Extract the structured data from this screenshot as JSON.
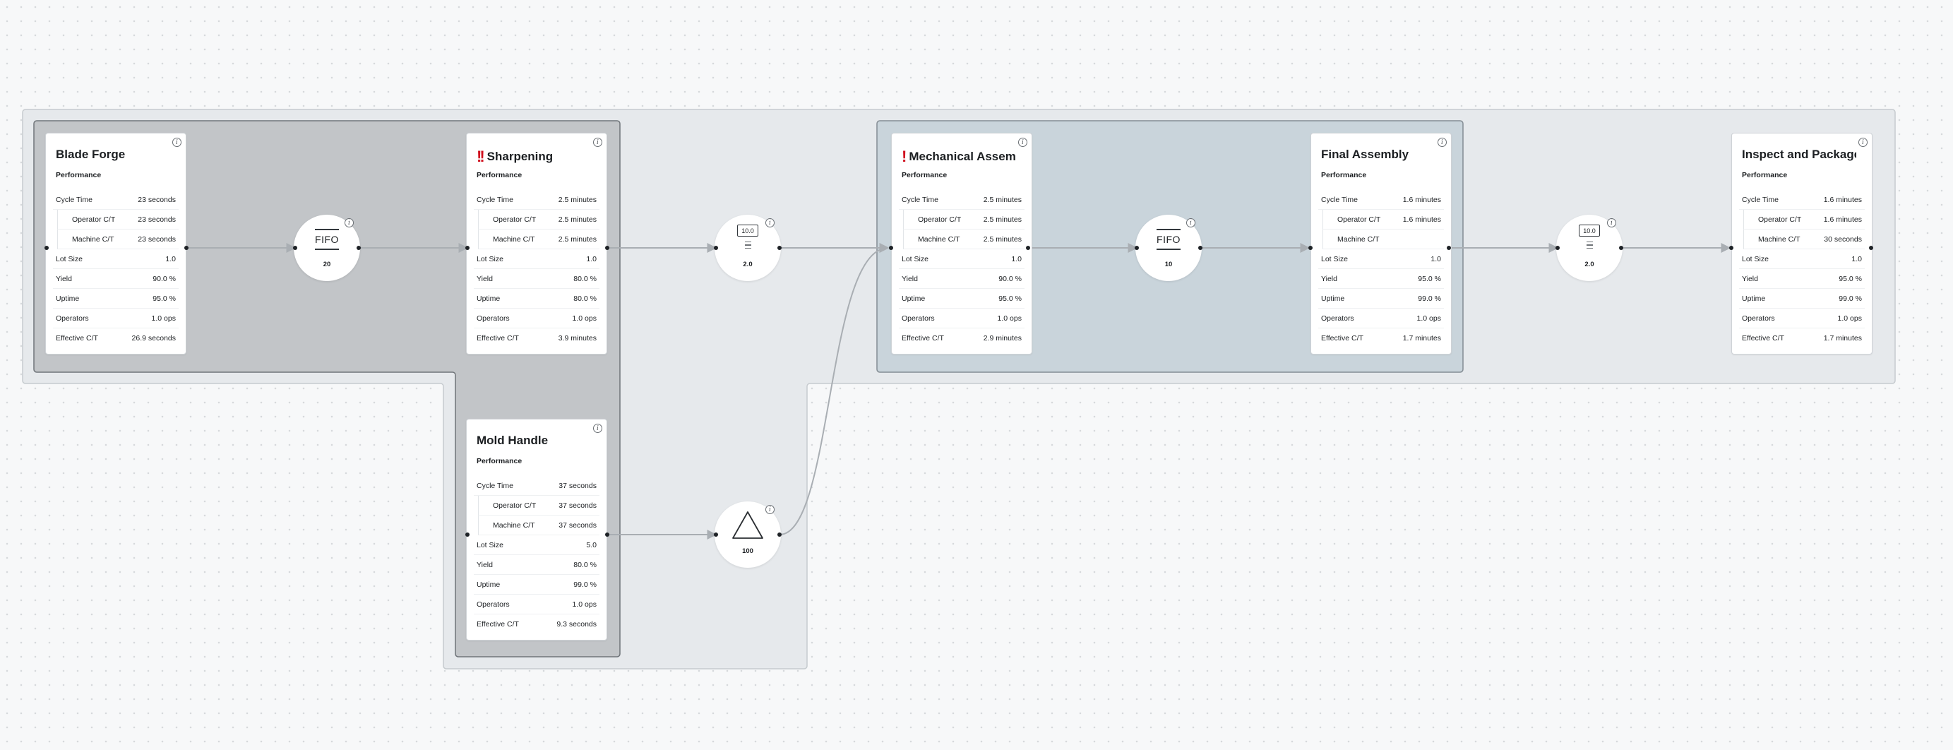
{
  "processes": [
    {
      "id": "blade-forge",
      "title": "Blade Forge",
      "warning": "",
      "section": "Performance",
      "rows": [
        {
          "label": "Cycle Time",
          "value": "23 seconds",
          "sub": false
        },
        {
          "label": "Operator C/T",
          "value": "23 seconds",
          "sub": true
        },
        {
          "label": "Machine C/T",
          "value": "23 seconds",
          "sub": true
        },
        {
          "label": "Lot Size",
          "value": "1.0",
          "sub": false
        },
        {
          "label": "Yield",
          "value": "90.0 %",
          "sub": false
        },
        {
          "label": "Uptime",
          "value": "95.0 %",
          "sub": false
        },
        {
          "label": "Operators",
          "value": "1.0 ops",
          "sub": false
        },
        {
          "label": "Effective C/T",
          "value": "26.9 seconds",
          "sub": false
        }
      ]
    },
    {
      "id": "sharpening",
      "title": "Sharpening",
      "warning": "!!",
      "section": "Performance",
      "rows": [
        {
          "label": "Cycle Time",
          "value": "2.5 minutes",
          "sub": false
        },
        {
          "label": "Operator C/T",
          "value": "2.5 minutes",
          "sub": true
        },
        {
          "label": "Machine C/T",
          "value": "2.5 minutes",
          "sub": true
        },
        {
          "label": "Lot Size",
          "value": "1.0",
          "sub": false
        },
        {
          "label": "Yield",
          "value": "80.0 %",
          "sub": false
        },
        {
          "label": "Uptime",
          "value": "80.0 %",
          "sub": false
        },
        {
          "label": "Operators",
          "value": "1.0 ops",
          "sub": false
        },
        {
          "label": "Effective C/T",
          "value": "3.9 minutes",
          "sub": false
        }
      ]
    },
    {
      "id": "mechanical-assembly",
      "title": "Mechanical Assembly",
      "warning": "!",
      "section": "Performance",
      "rows": [
        {
          "label": "Cycle Time",
          "value": "2.5 minutes",
          "sub": false
        },
        {
          "label": "Operator C/T",
          "value": "2.5 minutes",
          "sub": true
        },
        {
          "label": "Machine C/T",
          "value": "2.5 minutes",
          "sub": true
        },
        {
          "label": "Lot Size",
          "value": "1.0",
          "sub": false
        },
        {
          "label": "Yield",
          "value": "90.0 %",
          "sub": false
        },
        {
          "label": "Uptime",
          "value": "95.0 %",
          "sub": false
        },
        {
          "label": "Operators",
          "value": "1.0 ops",
          "sub": false
        },
        {
          "label": "Effective C/T",
          "value": "2.9 minutes",
          "sub": false
        }
      ]
    },
    {
      "id": "final-assembly",
      "title": "Final Assembly",
      "warning": "",
      "section": "Performance",
      "rows": [
        {
          "label": "Cycle Time",
          "value": "1.6 minutes",
          "sub": false
        },
        {
          "label": "Operator C/T",
          "value": "1.6 minutes",
          "sub": true
        },
        {
          "label": "Machine C/T",
          "value": "",
          "sub": true
        },
        {
          "label": "Lot Size",
          "value": "1.0",
          "sub": false
        },
        {
          "label": "Yield",
          "value": "95.0 %",
          "sub": false
        },
        {
          "label": "Uptime",
          "value": "99.0 %",
          "sub": false
        },
        {
          "label": "Operators",
          "value": "1.0 ops",
          "sub": false
        },
        {
          "label": "Effective C/T",
          "value": "1.7 minutes",
          "sub": false
        }
      ]
    },
    {
      "id": "inspect-and-package",
      "title": "Inspect and Package",
      "warning": "",
      "section": "Performance",
      "rows": [
        {
          "label": "Cycle Time",
          "value": "1.6 minutes",
          "sub": false
        },
        {
          "label": "Operator C/T",
          "value": "1.6 minutes",
          "sub": true
        },
        {
          "label": "Machine C/T",
          "value": "30 seconds",
          "sub": true
        },
        {
          "label": "Lot Size",
          "value": "1.0",
          "sub": false
        },
        {
          "label": "Yield",
          "value": "95.0 %",
          "sub": false
        },
        {
          "label": "Uptime",
          "value": "99.0 %",
          "sub": false
        },
        {
          "label": "Operators",
          "value": "1.0 ops",
          "sub": false
        },
        {
          "label": "Effective C/T",
          "value": "1.7 minutes",
          "sub": false
        }
      ]
    },
    {
      "id": "mold-handle",
      "title": "Mold Handle",
      "warning": "",
      "section": "Performance",
      "rows": [
        {
          "label": "Cycle Time",
          "value": "37 seconds",
          "sub": false
        },
        {
          "label": "Operator C/T",
          "value": "37 seconds",
          "sub": true
        },
        {
          "label": "Machine C/T",
          "value": "37 seconds",
          "sub": true
        },
        {
          "label": "Lot Size",
          "value": "5.0",
          "sub": false
        },
        {
          "label": "Yield",
          "value": "80.0 %",
          "sub": false
        },
        {
          "label": "Uptime",
          "value": "99.0 %",
          "sub": false
        },
        {
          "label": "Operators",
          "value": "1.0 ops",
          "sub": false
        },
        {
          "label": "Effective C/T",
          "value": "9.3 seconds",
          "sub": false
        }
      ]
    }
  ],
  "buffers": [
    {
      "id": "fifo-1",
      "kind": "fifo",
      "icon_text": "FIFO",
      "value": "20"
    },
    {
      "id": "kanban-1",
      "kind": "kanban",
      "icon_text": "10.0",
      "value": "2.0"
    },
    {
      "id": "fifo-2",
      "kind": "fifo",
      "icon_text": "FIFO",
      "value": "10"
    },
    {
      "id": "kanban-2",
      "kind": "kanban",
      "icon_text": "10.0",
      "value": "2.0"
    },
    {
      "id": "inventory-1",
      "kind": "inventory",
      "icon_text": "",
      "value": "100"
    }
  ],
  "info_glyph": "i",
  "colors": {
    "outer_group": "#e6e9ec",
    "dark_group": "#c2c5c8",
    "blue_group": "#c9d4db",
    "edge": "#a9aeb3",
    "warning": "#d0101e"
  }
}
